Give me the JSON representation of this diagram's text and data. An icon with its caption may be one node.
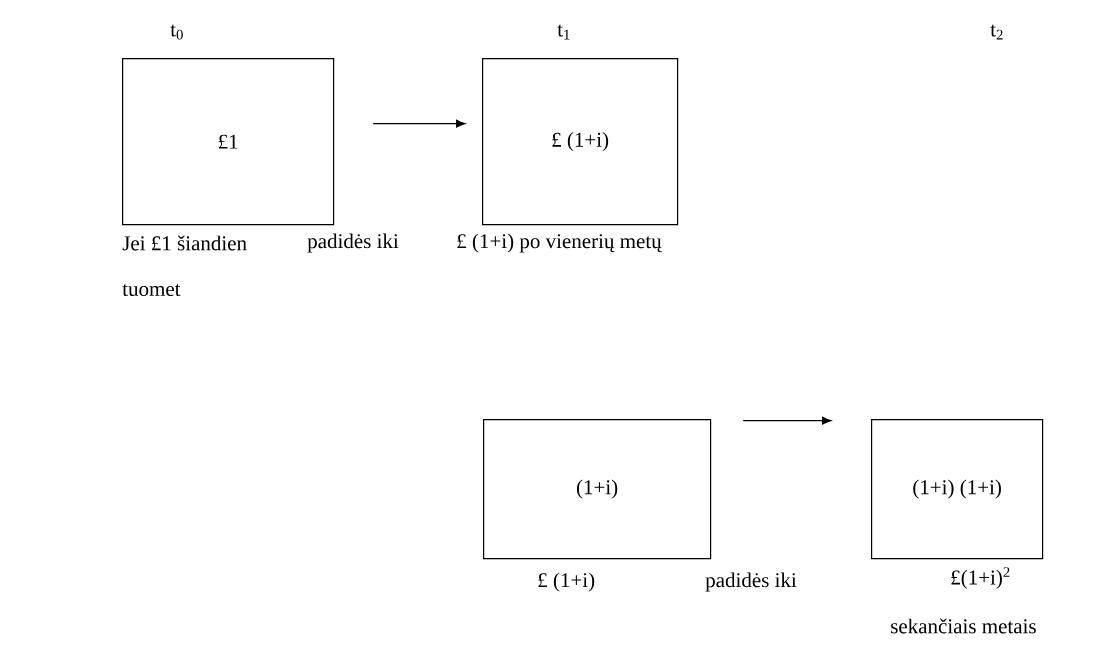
{
  "diagram": {
    "nodes": [
      {
        "text": [
          "£1"
        ]
      },
      {
        "text": [
          "£ (1+i)"
        ]
      },
      {
        "text": [
          "(1+i)"
        ]
      },
      {
        "text": [
          "(1+i) (1+i)"
        ]
      }
    ],
    "edges": [
      {
        "from": 0,
        "to": 1,
        "arrow": "to"
      },
      {
        "from": 2,
        "to": 3,
        "arrow": "to"
      }
    ],
    "labels": [
      "t$_{0}$",
      "t$_{1}$",
      "t$_{2}$",
      "Jei £1 šiandien",
      "padidės iki",
      "£ (1+i) po vienerių metų",
      "tuomet",
      "£ (1+i)",
      "padidės iki",
      "£(1+i)$^{2}$",
      "sekančiais metais"
    ]
  }
}
